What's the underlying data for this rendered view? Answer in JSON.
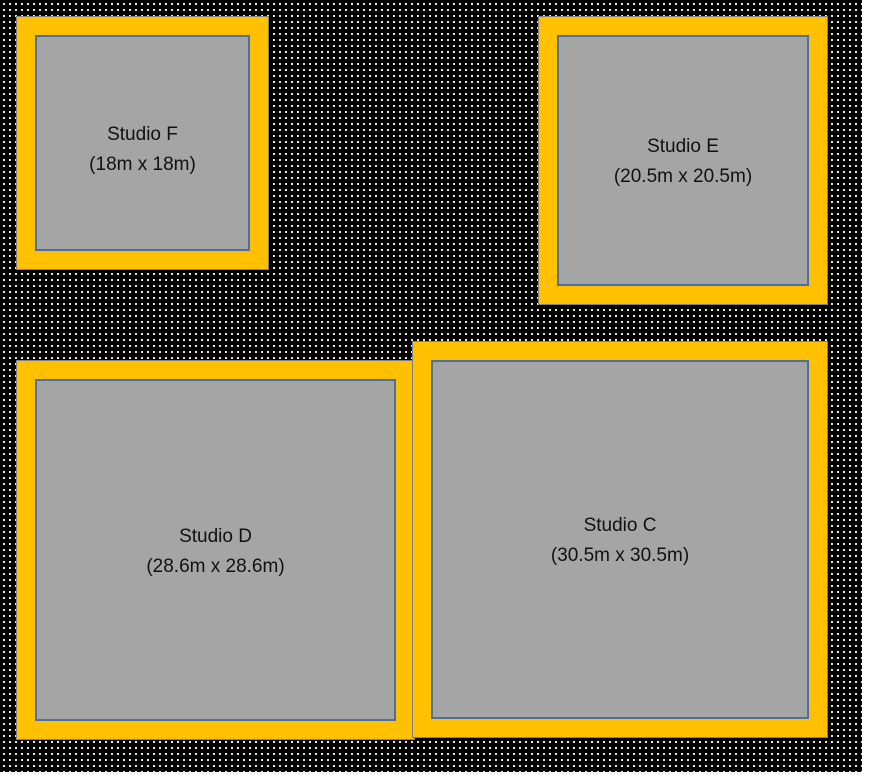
{
  "studios": {
    "f": {
      "name": "Studio F",
      "size": "(18m x 18m)"
    },
    "e": {
      "name": "Studio E",
      "size": "(20.5m x 20.5m)"
    },
    "d": {
      "name": "Studio D",
      "size": "(28.6m x 28.6m)"
    },
    "c": {
      "name": "Studio C",
      "size": "(30.5m x 30.5m)"
    }
  },
  "colors": {
    "background": "#000000",
    "dots": "#ffffff",
    "frame": "#ffc000",
    "studio_fill": "#a5a5a5",
    "studio_border": "#4a6fa0"
  }
}
